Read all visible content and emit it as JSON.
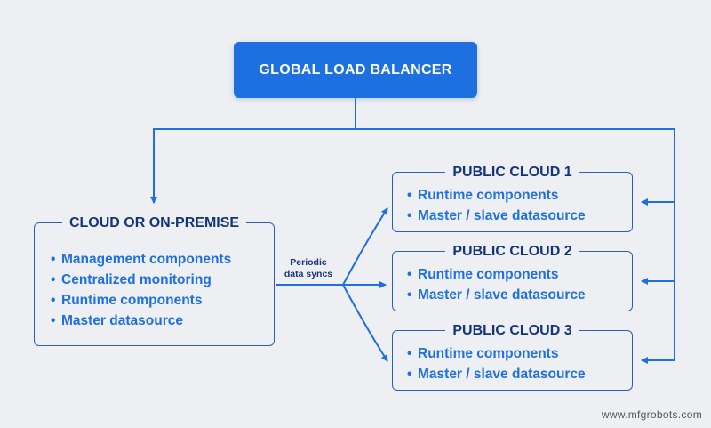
{
  "global_lb": {
    "title": "GLOBAL LOAD BALANCER"
  },
  "on_premise": {
    "title": "CLOUD OR ON-PREMISE",
    "items": [
      "Management components",
      "Centralized monitoring",
      "Runtime components",
      "Master datasource"
    ]
  },
  "sync": {
    "line1": "Periodic",
    "line2": "data syncs"
  },
  "public_clouds": [
    {
      "title": "PUBLIC CLOUD 1",
      "items": [
        "Runtime components",
        "Master / slave datasource"
      ]
    },
    {
      "title": "PUBLIC CLOUD 2",
      "items": [
        "Runtime components",
        "Master / slave datasource"
      ]
    },
    {
      "title": "PUBLIC CLOUD 3",
      "items": [
        "Runtime components",
        "Master / slave datasource"
      ]
    }
  ],
  "bullet_char": "•",
  "watermark": "www.mfgrobots.com",
  "colors": {
    "primary": "#1e6fe0",
    "dark": "#14347a",
    "border": "#2a5fb8",
    "background": "#edeff2"
  }
}
